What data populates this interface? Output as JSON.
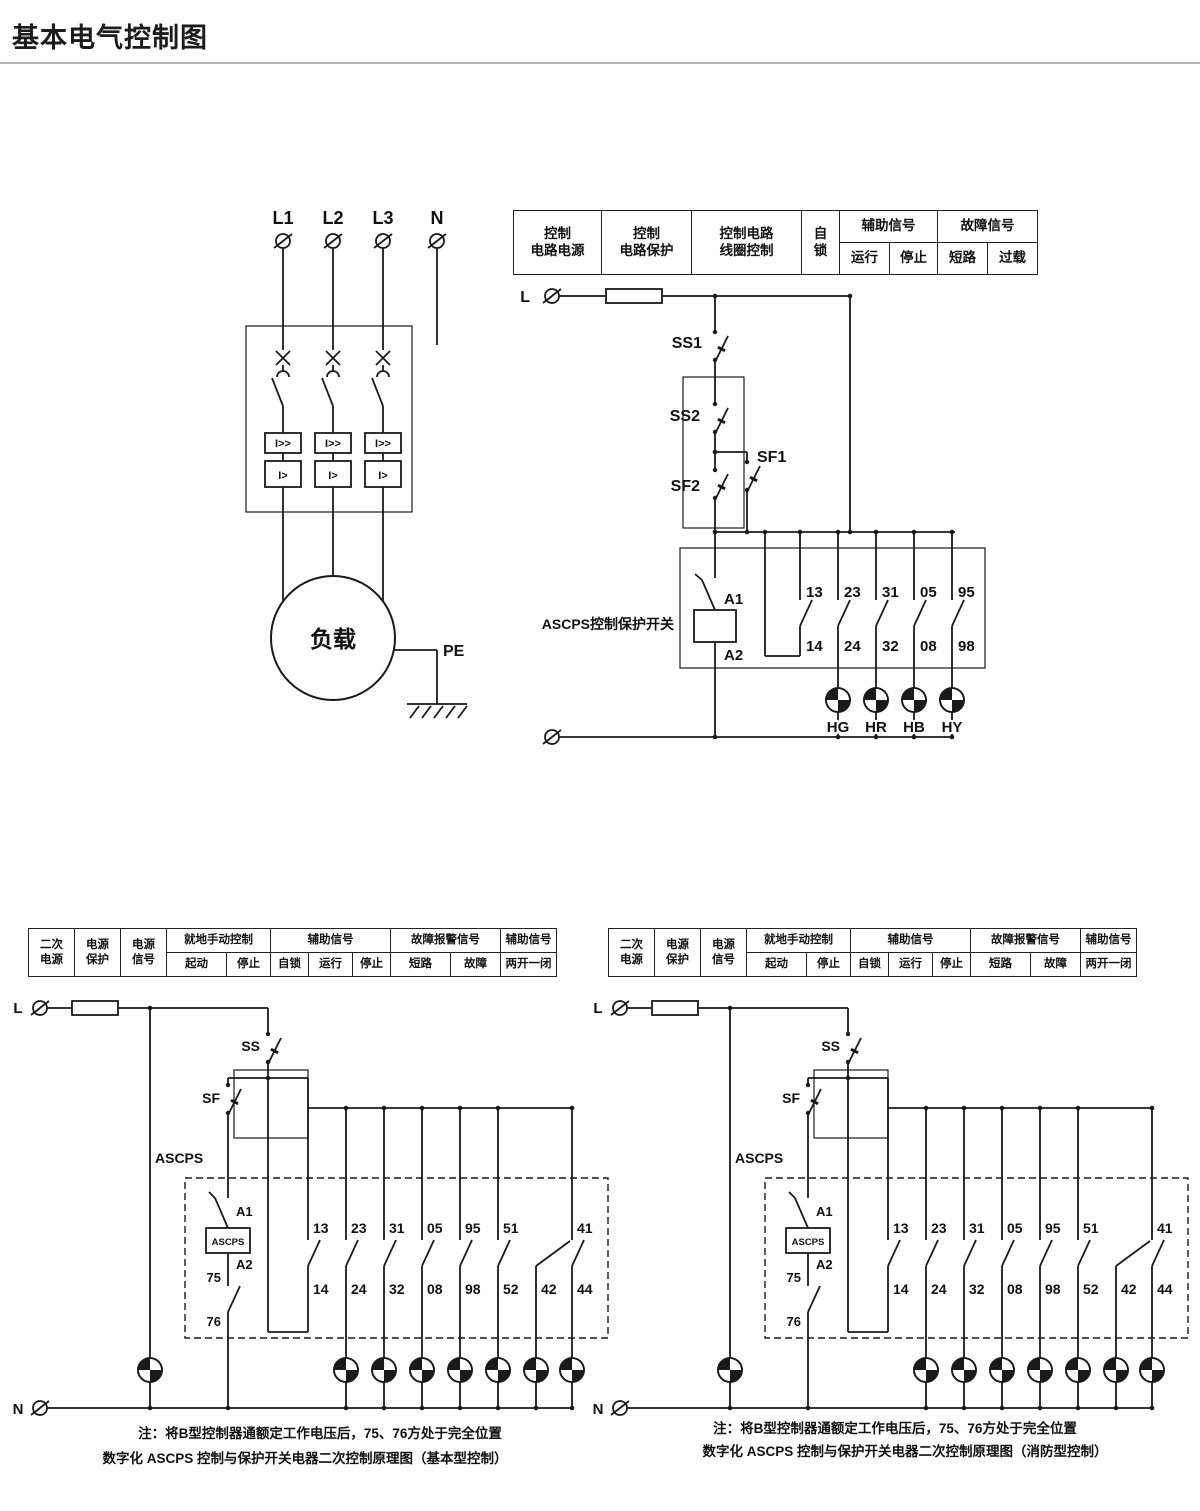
{
  "page": {
    "title": "基本电气控制图"
  },
  "main_circuit": {
    "phase_labels": [
      "L1",
      "L2",
      "L3",
      "N"
    ],
    "breaker_instant": "I>>",
    "breaker_overload": "I>",
    "load_label": "负载",
    "pe_label": "PE"
  },
  "control": {
    "table": {
      "col_power": "控制\n电路电源",
      "col_protect": "控制\n电路保护",
      "col_coil": "控制电路\n线圈控制",
      "col_selflock": "自\n锁",
      "col_aux": "辅助信号",
      "col_fault": "故障信号",
      "sub_run": "运行",
      "sub_stop": "停止",
      "sub_short": "短路",
      "sub_overload": "过载"
    },
    "labels": {
      "line": "L",
      "ss1": "SS1",
      "ss2": "SS2",
      "sf1": "SF1",
      "sf2": "SF2",
      "device": "ASCPS控制保护开关",
      "a1": "A1",
      "a2": "A2"
    },
    "contacts_top": [
      "13",
      "23",
      "31",
      "05",
      "95"
    ],
    "contacts_bottom": [
      "14",
      "24",
      "32",
      "08",
      "98"
    ],
    "lamps": [
      "HG",
      "HR",
      "HB",
      "HY"
    ]
  },
  "secondary": {
    "table": {
      "col_power": "二次\n电源",
      "col_protect": "电源\n保护",
      "col_signal": "电源\n信号",
      "grp_manual": "就地手动控制",
      "grp_aux": "辅助信号",
      "grp_fault": "故障报警信号",
      "grp_aux2": "辅助信号",
      "sub_start": "起动",
      "sub_stop": "停止",
      "sub_selflock": "自锁",
      "sub_run": "运行",
      "sub_stop2": "停止",
      "sub_short": "短路",
      "sub_fault": "故障",
      "sub_2o1c": "两开一闭"
    },
    "labels": {
      "line": "L",
      "neutral": "N",
      "ss": "SS",
      "sf": "SF",
      "device": "ASCPS",
      "coil_text": "ASCPS",
      "a1": "A1",
      "a2": "A2",
      "c75": "75",
      "c76": "76"
    },
    "contacts_top": [
      "13",
      "23",
      "31",
      "05",
      "95",
      "51",
      "41"
    ],
    "contacts_bottom": [
      "14",
      "24",
      "32",
      "08",
      "98",
      "52",
      "42",
      "44"
    ],
    "basic": {
      "note1": "注：将B型控制器通额定工作电压后，75、76方处于完全位置",
      "note2": "数字化 ASCPS 控制与保护开关电器二次控制原理图（基本型控制）"
    },
    "fire": {
      "note1": "注：将B型控制器通额定工作电压后，75、76方处于完全位置",
      "note2": "数字化 ASCPS 控制与保护开关电器二次控制原理图（消防型控制）"
    }
  }
}
